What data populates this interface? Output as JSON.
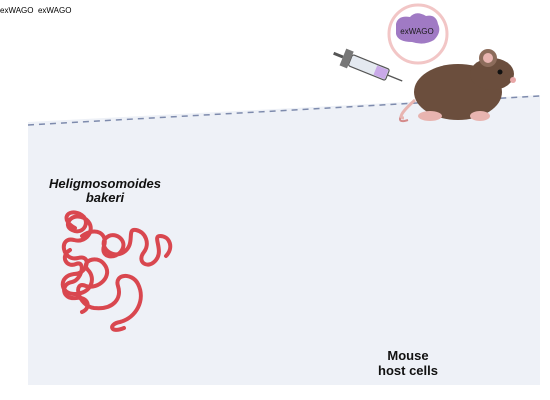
{
  "organism": {
    "line1": "Heligmosomoides",
    "line2": "bakeri"
  },
  "protein_label": "exWAGO",
  "host": {
    "line1": "Mouse",
    "line2": "host cells"
  },
  "colors": {
    "worm": "#d9474f",
    "protein": "#a07ac4",
    "vesicle_ring": "#8f8f8f",
    "cell_fill": "#fde9cf",
    "background_panel": "#eef1f7",
    "mouse": "#6b4e3d",
    "arrow": "#1a1a1a"
  },
  "icons": [
    "worm-icon",
    "protein-icon",
    "antibody-icon",
    "syringe-icon",
    "mouse-icon",
    "vesicle-icon",
    "host-cell-icon",
    "blocked-worm-icon",
    "scissors-icon",
    "small-rna-icon"
  ]
}
